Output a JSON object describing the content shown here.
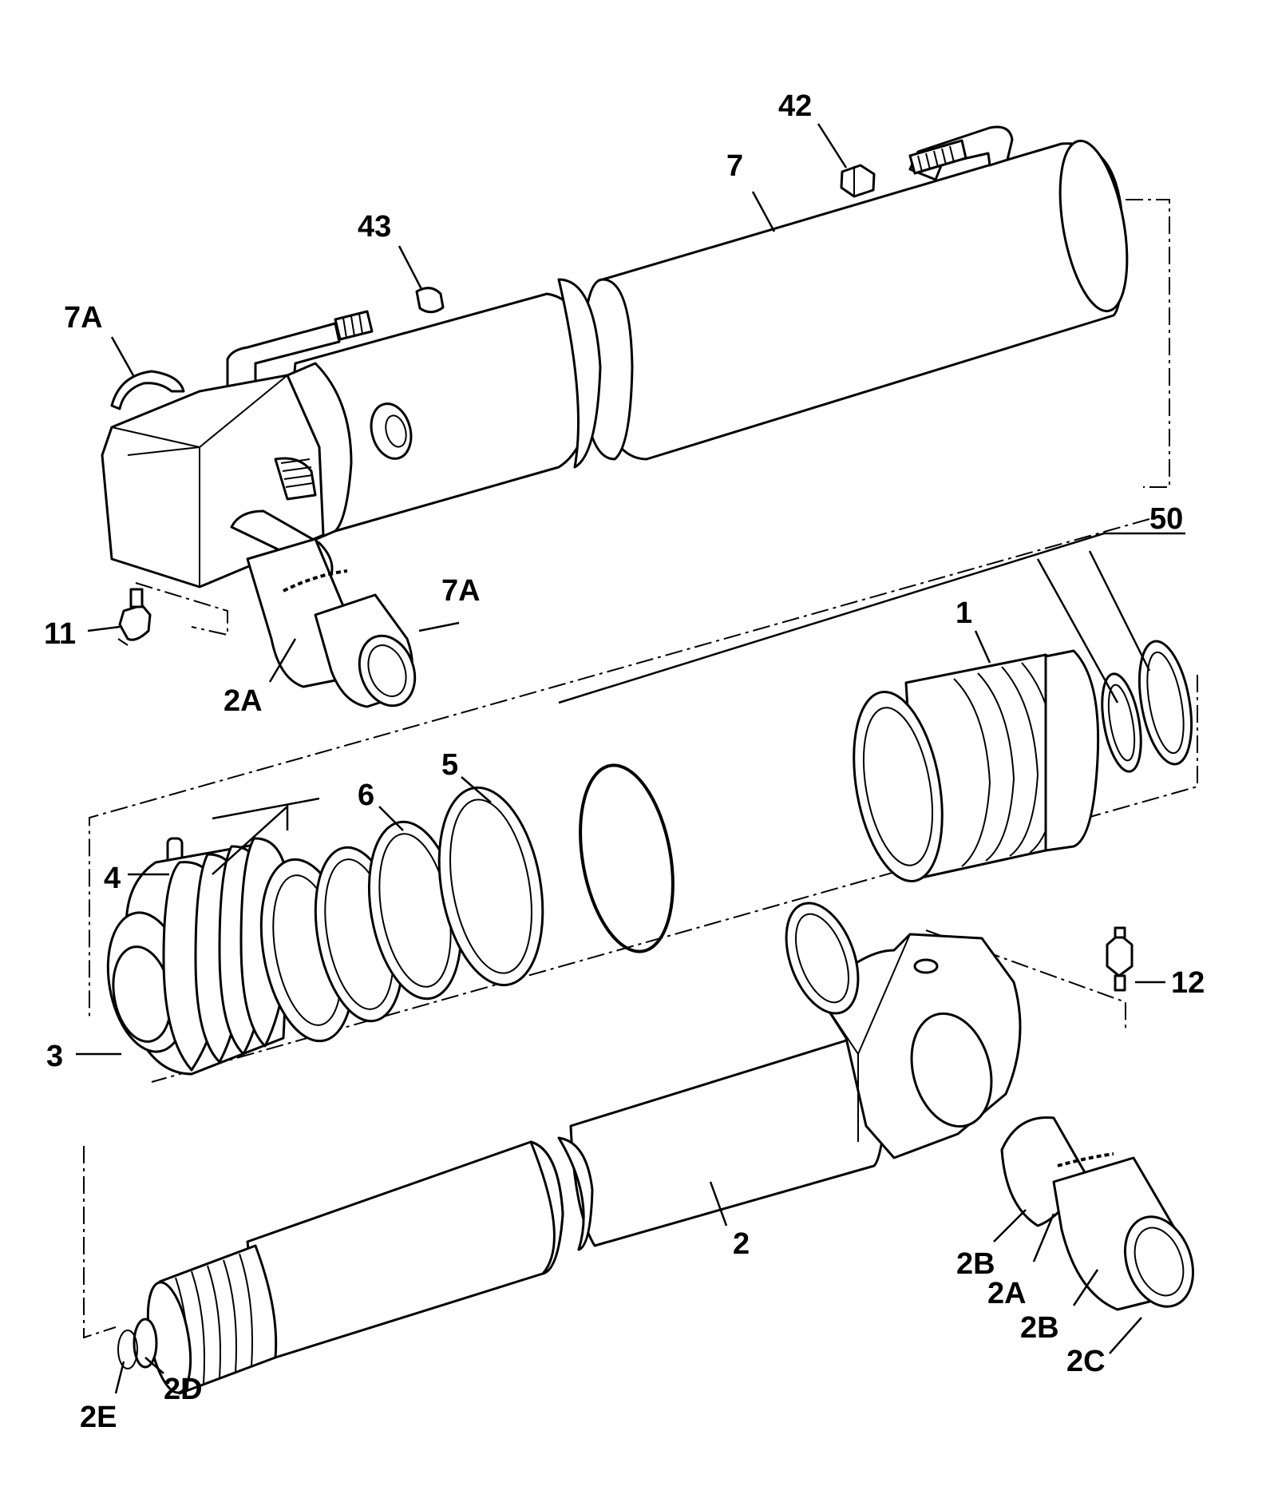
{
  "callouts": [
    {
      "id": "42",
      "text": "42"
    },
    {
      "id": "7",
      "text": "7"
    },
    {
      "id": "43",
      "text": "43"
    },
    {
      "id": "7A-top",
      "text": "7A"
    },
    {
      "id": "50",
      "text": "50"
    },
    {
      "id": "7A-mid",
      "text": "7A"
    },
    {
      "id": "11",
      "text": "11"
    },
    {
      "id": "2A-top",
      "text": "2A"
    },
    {
      "id": "1",
      "text": "1"
    },
    {
      "id": "5",
      "text": "5"
    },
    {
      "id": "6",
      "text": "6"
    },
    {
      "id": "4",
      "text": "4"
    },
    {
      "id": "12",
      "text": "12"
    },
    {
      "id": "3",
      "text": "3"
    },
    {
      "id": "2",
      "text": "2"
    },
    {
      "id": "2B-a",
      "text": "2B"
    },
    {
      "id": "2A-bottom",
      "text": "2A"
    },
    {
      "id": "2B-b",
      "text": "2B"
    },
    {
      "id": "2C",
      "text": "2C"
    },
    {
      "id": "2D",
      "text": "2D"
    },
    {
      "id": "2E",
      "text": "2E"
    }
  ]
}
